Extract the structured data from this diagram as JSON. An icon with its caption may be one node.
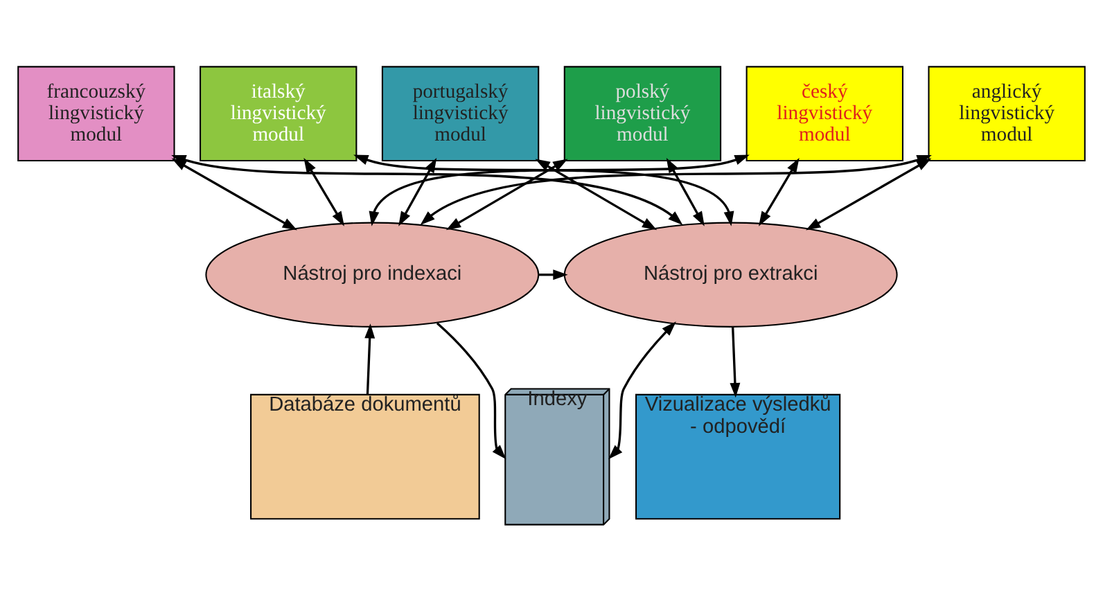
{
  "diagram": {
    "nodes": [
      {
        "text": [
          "francouzský lingvistický modul"
        ]
      },
      {
        "text": [
          "italský lingvistický modul"
        ]
      },
      {
        "text": [
          "portugalský lingvistický modul"
        ]
      },
      {
        "text": [
          "polský lingvistický modul"
        ]
      },
      {
        "text": [
          "český lingvistický modul"
        ]
      },
      {
        "text": [
          "anglický lingvistický modul"
        ]
      },
      {
        "text": [
          "Nástroj pro indexaci"
        ]
      },
      {
        "text": [
          "Nástroj pro extrakci"
        ]
      },
      {
        "text": [
          "Databáze dokumentů"
        ]
      },
      {
        "text": [
          "Indexy"
        ]
      },
      {
        "text": [
          "Vizualizace výsledků - odpovědí"
        ]
      }
    ],
    "edges": [
      {
        "from": 0,
        "to": 6,
        "arrow": "both"
      },
      {
        "from": 0,
        "to": 7,
        "arrow": "both"
      },
      {
        "from": 1,
        "to": 6,
        "arrow": "both"
      },
      {
        "from": 1,
        "to": 7,
        "arrow": "both"
      },
      {
        "from": 2,
        "to": 6,
        "arrow": "both"
      },
      {
        "from": 2,
        "to": 7,
        "arrow": "both"
      },
      {
        "from": 3,
        "to": 6,
        "arrow": "both"
      },
      {
        "from": 3,
        "to": 7,
        "arrow": "both"
      },
      {
        "from": 4,
        "to": 6,
        "arrow": "both"
      },
      {
        "from": 4,
        "to": 7,
        "arrow": "both"
      },
      {
        "from": 5,
        "to": 6,
        "arrow": "both"
      },
      {
        "from": 5,
        "to": 7,
        "arrow": "both"
      },
      {
        "from": 6,
        "to": 7,
        "arrow": "to"
      },
      {
        "from": 8,
        "to": 6,
        "arrow": "to"
      },
      {
        "from": 6,
        "to": 9,
        "arrow": "to"
      },
      {
        "from": 9,
        "to": 7,
        "arrow": "both"
      },
      {
        "from": 7,
        "to": 10,
        "arrow": "to"
      }
    ]
  }
}
